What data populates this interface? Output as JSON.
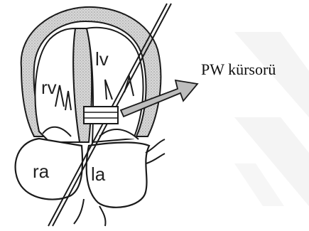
{
  "diagram": {
    "labels": {
      "rv": "rv",
      "lv": "lv",
      "ra": "ra",
      "la": "la"
    },
    "cursor_label": "PW kürsorü",
    "colors": {
      "myocardium": "#cfcfcf",
      "outline": "#1a1a1a",
      "arrow_fill": "#bdbdbd",
      "watermark": "#f3f3f3"
    }
  }
}
